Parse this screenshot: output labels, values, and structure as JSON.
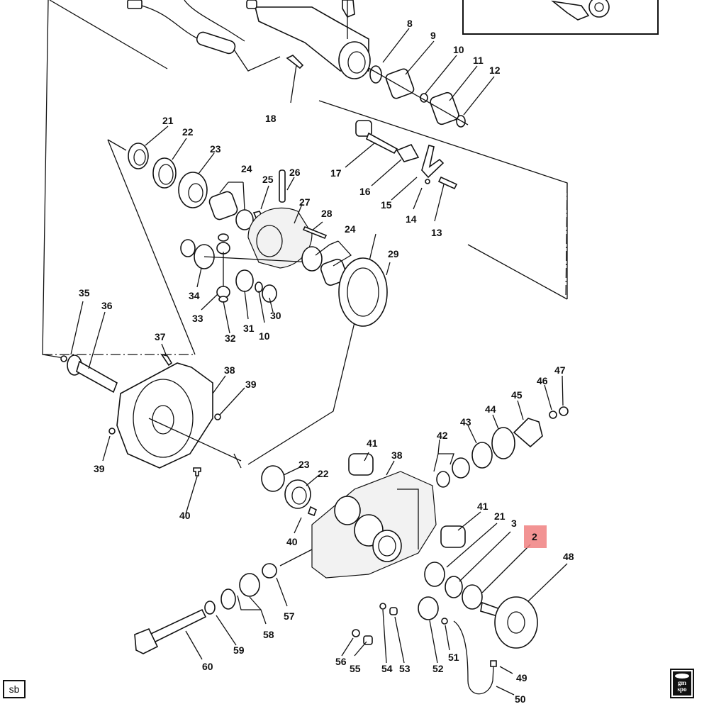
{
  "diagram": {
    "type": "exploded-parts-view",
    "subject": "front differential / axle assembly",
    "highlighted_callout": "2",
    "highlight_color": "#f08080",
    "callouts": [
      {
        "id": "c8",
        "label": "8"
      },
      {
        "id": "c9",
        "label": "9"
      },
      {
        "id": "c10a",
        "label": "10"
      },
      {
        "id": "c11",
        "label": "11"
      },
      {
        "id": "c12",
        "label": "12"
      },
      {
        "id": "c13",
        "label": "13"
      },
      {
        "id": "c14",
        "label": "14"
      },
      {
        "id": "c15",
        "label": "15"
      },
      {
        "id": "c16",
        "label": "16"
      },
      {
        "id": "c17",
        "label": "17"
      },
      {
        "id": "c18",
        "label": "18"
      },
      {
        "id": "c21a",
        "label": "21"
      },
      {
        "id": "c22a",
        "label": "22"
      },
      {
        "id": "c23a",
        "label": "23"
      },
      {
        "id": "c24a",
        "label": "24"
      },
      {
        "id": "c25",
        "label": "25"
      },
      {
        "id": "c26",
        "label": "26"
      },
      {
        "id": "c27",
        "label": "27"
      },
      {
        "id": "c28",
        "label": "28"
      },
      {
        "id": "c24b",
        "label": "24"
      },
      {
        "id": "c29",
        "label": "29"
      },
      {
        "id": "c30",
        "label": "30"
      },
      {
        "id": "c10b",
        "label": "10"
      },
      {
        "id": "c31",
        "label": "31"
      },
      {
        "id": "c32",
        "label": "32"
      },
      {
        "id": "c33",
        "label": "33"
      },
      {
        "id": "c34",
        "label": "34"
      },
      {
        "id": "c35",
        "label": "35"
      },
      {
        "id": "c36",
        "label": "36"
      },
      {
        "id": "c37",
        "label": "37"
      },
      {
        "id": "c38a",
        "label": "38"
      },
      {
        "id": "c39a",
        "label": "39"
      },
      {
        "id": "c39b",
        "label": "39"
      },
      {
        "id": "c40a",
        "label": "40"
      },
      {
        "id": "c41a",
        "label": "41"
      },
      {
        "id": "c38b",
        "label": "38"
      },
      {
        "id": "c23b",
        "label": "23"
      },
      {
        "id": "c22b",
        "label": "22"
      },
      {
        "id": "c40b",
        "label": "40"
      },
      {
        "id": "c42",
        "label": "42"
      },
      {
        "id": "c43",
        "label": "43"
      },
      {
        "id": "c44",
        "label": "44"
      },
      {
        "id": "c45",
        "label": "45"
      },
      {
        "id": "c46",
        "label": "46"
      },
      {
        "id": "c47",
        "label": "47"
      },
      {
        "id": "c41b",
        "label": "41"
      },
      {
        "id": "c21b",
        "label": "21"
      },
      {
        "id": "c3",
        "label": "3"
      },
      {
        "id": "c2",
        "label": "2"
      },
      {
        "id": "c48",
        "label": "48"
      },
      {
        "id": "c49",
        "label": "49"
      },
      {
        "id": "c50",
        "label": "50"
      },
      {
        "id": "c51",
        "label": "51"
      },
      {
        "id": "c52",
        "label": "52"
      },
      {
        "id": "c53",
        "label": "53"
      },
      {
        "id": "c54",
        "label": "54"
      },
      {
        "id": "c55",
        "label": "55"
      },
      {
        "id": "c56",
        "label": "56"
      },
      {
        "id": "c57",
        "label": "57"
      },
      {
        "id": "c58",
        "label": "58"
      },
      {
        "id": "c59",
        "label": "59"
      },
      {
        "id": "c60",
        "label": "60"
      }
    ]
  },
  "footer": {
    "left_badge": "sb",
    "logo_text_top": "gm",
    "logo_text_bottom": "spo"
  }
}
